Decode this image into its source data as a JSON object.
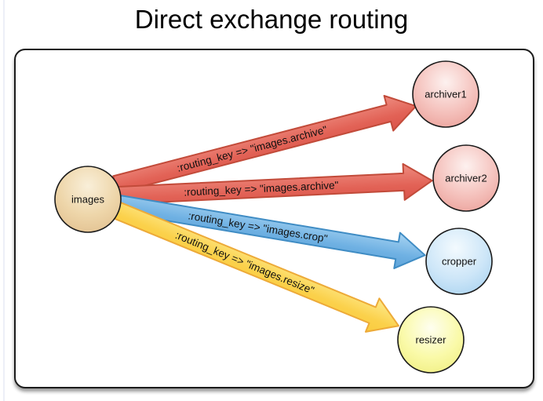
{
  "title": "Direct exchange routing",
  "colors": {
    "exchange_fill": "#ecd2a4",
    "queue_pink": "#f3bcb7",
    "queue_blue": "#bedef6",
    "queue_yellow": "#f7f58b",
    "arrow_red": "#e26256",
    "arrow_blue": "#6fb1e3",
    "arrow_yellow": "#fbd14b",
    "node_stroke": "#1a1a1a"
  },
  "diagram": {
    "exchange": {
      "label": "images",
      "color": "#ecd2a4"
    },
    "queues": [
      {
        "label": "archiver1",
        "color": "#f3bcb7"
      },
      {
        "label": "archiver2",
        "color": "#f3bcb7"
      },
      {
        "label": "cropper",
        "color": "#bedef6"
      },
      {
        "label": "resizer",
        "color": "#f7f58b"
      }
    ],
    "bindings": [
      {
        "from": "images",
        "to": "archiver1",
        "label": ":routing_key => \"images.archive\"",
        "color": "#e26256"
      },
      {
        "from": "images",
        "to": "archiver2",
        "label": ":routing_key => \"images.archive\"",
        "color": "#e26256"
      },
      {
        "from": "images",
        "to": "cropper",
        "label": ":routing_key => \"images.crop\"",
        "color": "#6fb1e3"
      },
      {
        "from": "images",
        "to": "resizer",
        "label": ":routing_key => \"images.resize\"",
        "color": "#fbd14b"
      }
    ]
  }
}
